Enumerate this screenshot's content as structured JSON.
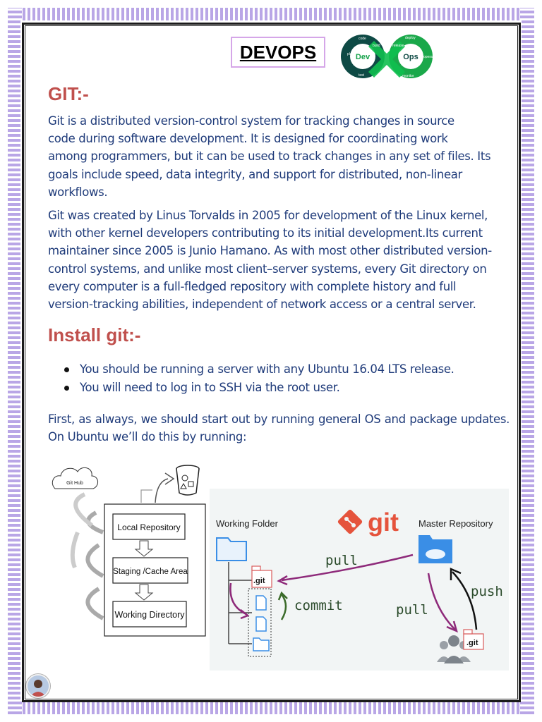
{
  "header": {
    "title": "DEVOPS",
    "logo": {
      "left_word": "Dev",
      "right_word": "Ops",
      "small_words": [
        "plan",
        "code",
        "build",
        "test",
        "release",
        "deploy",
        "operate",
        "monitor"
      ]
    }
  },
  "section_git": {
    "heading": "GIT:-",
    "para1_lines": [
      "Git is a distributed version-control system for tracking changes in source",
      "code during software development. It is designed for coordinating work",
      "among programmers, but it can be used to track changes in any set of files. Its",
      "goals include speed, data integrity, and support for distributed, non-linear",
      "workflows."
    ],
    "para2_lines": [
      "Git was created by Linus Torvalds in 2005 for development of the Linux kernel,",
      "with other kernel developers contributing to its initial development.Its current",
      "maintainer since 2005 is Junio Hamano. As with most other distributed version-",
      "control systems, and unlike most client–server systems, every Git directory on",
      "every computer is a full-fledged repository with complete history and full",
      "version-tracking abilities, independent of network access or a central server."
    ]
  },
  "section_install": {
    "heading": "Install git:-",
    "bullets": [
      "You should be running a server with any Ubuntu 16.04 LTS release.",
      "You will need to log in to SSH via the root user."
    ],
    "para": "First, as always, we should start out by running general OS and package updates. On Ubuntu we’ll do this by running:"
  },
  "diagram_left": {
    "cloud_label": "Git Hub",
    "boxes": [
      "Local Repository",
      "Staging /Cache Area",
      "Working Directory"
    ]
  },
  "diagram_right": {
    "working_folder": "Working Folder",
    "git_logo": "git",
    "master_repository": "Master Repository",
    "git_file": ".git",
    "pull_top": "pull",
    "commit": "commit",
    "push": "push",
    "pull_bottom": "pull",
    "git_file_remote": ".git"
  },
  "colors": {
    "heading": "#c0504d",
    "body_text": "#1f3b7a",
    "frame": "#b9a6e6",
    "arrow_purple": "#8e2a7a",
    "arrow_green": "#3b6b2a",
    "git_orange": "#e5533c"
  }
}
